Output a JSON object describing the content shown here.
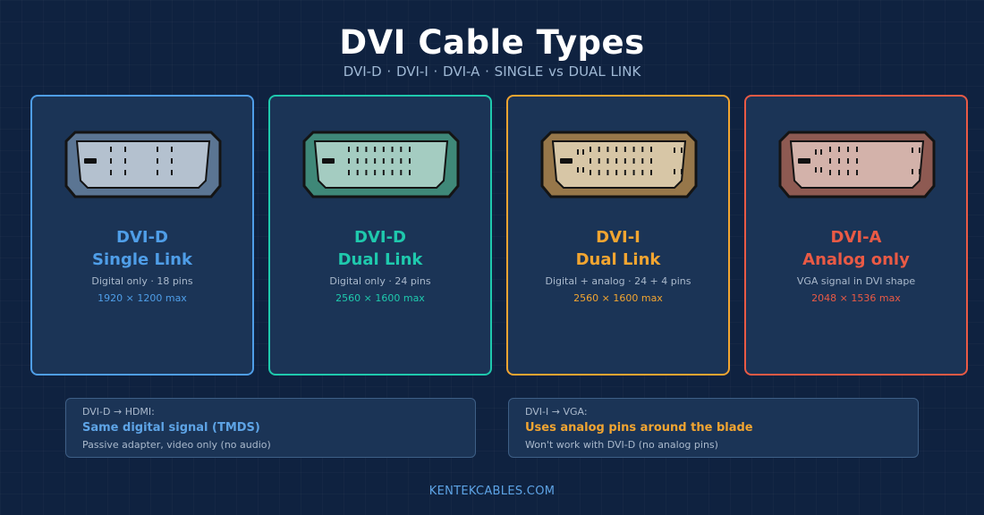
{
  "header": {
    "title": "DVI Cable Types",
    "subtitle": "DVI-D  ·  DVI-I  ·  DVI-A  ·  SINGLE vs DUAL LINK"
  },
  "cards": [
    {
      "line1": "DVI-D",
      "line2": "Single Link",
      "description": "Digital only · 18 pins",
      "resolution": "1920 × 1200 max",
      "accent": "#4f9ee8",
      "shell": "#5b7593",
      "face": "#b4c1cf"
    },
    {
      "line1": "DVI-D",
      "line2": "Dual Link",
      "description": "Digital only · 24 pins",
      "resolution": "2560 × 1600 max",
      "accent": "#1fc9ad",
      "shell": "#3f8878",
      "face": "#a4ccc1"
    },
    {
      "line1": "DVI-I",
      "line2": "Dual Link",
      "description": "Digital + analog · 24 + 4 pins",
      "resolution": "2560 × 1600 max",
      "accent": "#f2a531",
      "shell": "#97774a",
      "face": "#d7c6a6"
    },
    {
      "line1": "DVI-A",
      "line2": "Analog only",
      "description": "VGA signal in DVI shape",
      "resolution": "2048 × 1536 max",
      "accent": "#ea5a45",
      "shell": "#8e5a52",
      "face": "#d3b2aa"
    }
  ],
  "notes": [
    {
      "label": "DVI-D → HDMI:",
      "headline": "Same digital signal (TMDS)",
      "detail": "Passive adapter, video only (no audio)",
      "accent": "#5ea4e6"
    },
    {
      "label": "DVI-I → VGA:",
      "headline": "Uses analog pins around the blade",
      "detail": "Won't work with DVI-D (no analog pins)",
      "accent": "#f2a531"
    }
  ],
  "footer": "KENTEKCABLES.COM"
}
